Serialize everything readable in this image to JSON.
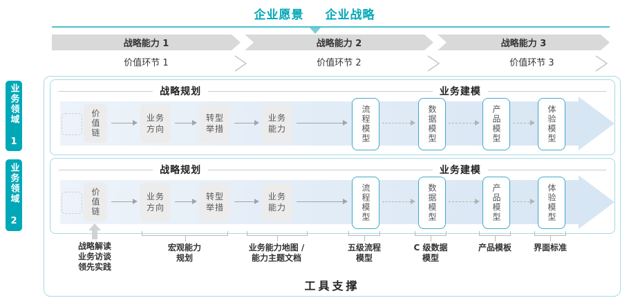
{
  "colors": {
    "teal": "#00a8b7",
    "line_teal": "#49c1cc",
    "band": "#d9d9d9",
    "box_gray": "#ececec",
    "model_border": "#3fa9c8",
    "panel_border": "#a6d9e2",
    "arrow_from": "#edf3fa",
    "arrow_to": "#d6e5f3"
  },
  "header": {
    "vision": "企业愿景",
    "strategy": "企业战略"
  },
  "capability_band": [
    "战略能力 1",
    "战略能力 2",
    "战略能力 3"
  ],
  "value_links": [
    "价值环节 1",
    "价值环节 2",
    "价值环节 3"
  ],
  "domains": [
    "业务领域 1",
    "业务领域 2"
  ],
  "flow": {
    "sections": [
      "战略规划",
      "业务建模"
    ],
    "strategy_boxes": [
      "价值链",
      "业务\n方向",
      "转型\n举措",
      "业务\n能力"
    ],
    "model_boxes": [
      "流程模型",
      "数据模型",
      "产品模型",
      "体验模型"
    ]
  },
  "annotations": {
    "value_chain": "战略解读\n业务访谈\n领先实践",
    "macro_capability": "宏观能力\n规划",
    "capability_map": "业务能力地图 /\n能力主题文档",
    "process_model": "五级流程\n模型",
    "data_model": "C 级数据\n模型",
    "product_template": "产品模板",
    "ui_standard": "界面标准"
  },
  "footer": {
    "label": "工具支撑"
  }
}
